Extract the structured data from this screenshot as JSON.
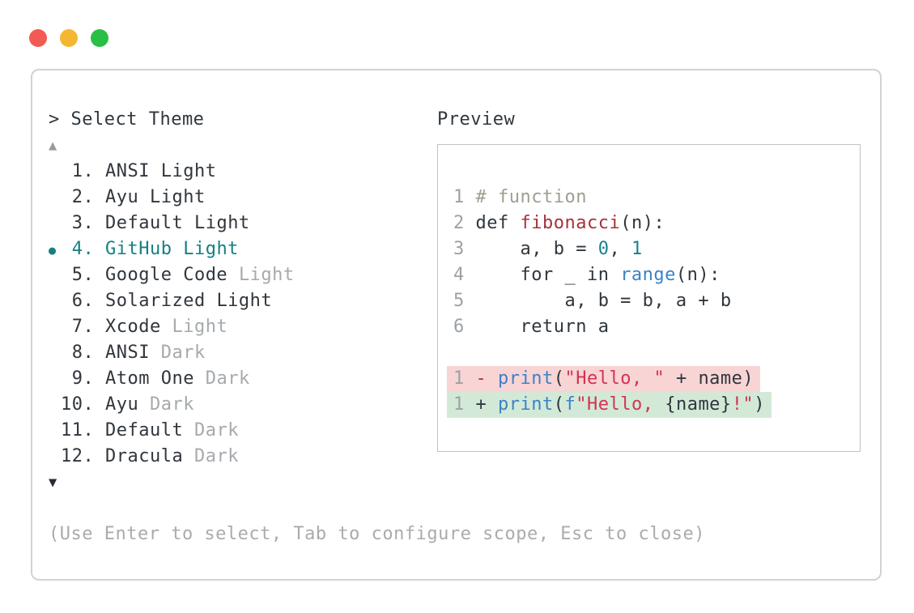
{
  "window": {
    "traffic_lights": [
      {
        "name": "close",
        "color": "#f15b54"
      },
      {
        "name": "minimize",
        "color": "#f5b731"
      },
      {
        "name": "zoom",
        "color": "#29bf45"
      }
    ]
  },
  "header": {
    "select_theme": "> Select Theme",
    "preview": "Preview"
  },
  "icons": {
    "scroll_up": "▲",
    "scroll_down": "▼",
    "selected_bullet": "●"
  },
  "themes": [
    {
      "number": 1,
      "name": "ANSI",
      "variant": "Light",
      "variant_dim": false,
      "selected": false
    },
    {
      "number": 2,
      "name": "Ayu",
      "variant": "Light",
      "variant_dim": false,
      "selected": false
    },
    {
      "number": 3,
      "name": "Default",
      "variant": "Light",
      "variant_dim": false,
      "selected": false
    },
    {
      "number": 4,
      "name": "GitHub",
      "variant": "Light",
      "variant_dim": false,
      "selected": true
    },
    {
      "number": 5,
      "name": "Google Code",
      "variant": "Light",
      "variant_dim": true,
      "selected": false
    },
    {
      "number": 6,
      "name": "Solarized",
      "variant": "Light",
      "variant_dim": false,
      "selected": false
    },
    {
      "number": 7,
      "name": "Xcode",
      "variant": "Light",
      "variant_dim": true,
      "selected": false
    },
    {
      "number": 8,
      "name": "ANSI",
      "variant": "Dark",
      "variant_dim": true,
      "selected": false
    },
    {
      "number": 9,
      "name": "Atom One",
      "variant": "Dark",
      "variant_dim": true,
      "selected": false
    },
    {
      "number": 10,
      "name": "Ayu",
      "variant": "Dark",
      "variant_dim": true,
      "selected": false
    },
    {
      "number": 11,
      "name": "Default",
      "variant": "Dark",
      "variant_dim": true,
      "selected": false
    },
    {
      "number": 12,
      "name": "Dracula",
      "variant": "Dark",
      "variant_dim": true,
      "selected": false
    }
  ],
  "preview_code": {
    "lines": [
      {
        "bg": null,
        "tokens": [
          [
            "1 ",
            "ln"
          ],
          [
            "# function",
            "comment"
          ]
        ]
      },
      {
        "bg": null,
        "tokens": [
          [
            "2 ",
            "ln"
          ],
          [
            "def ",
            "fg"
          ],
          [
            "fibonacci",
            "func"
          ],
          [
            "(n):",
            "fg"
          ]
        ]
      },
      {
        "bg": null,
        "tokens": [
          [
            "3 ",
            "ln"
          ],
          [
            "    a, b = ",
            "fg"
          ],
          [
            "0",
            "num"
          ],
          [
            ", ",
            "fg"
          ],
          [
            "1",
            "num"
          ]
        ]
      },
      {
        "bg": null,
        "tokens": [
          [
            "4 ",
            "ln"
          ],
          [
            "    for _ in ",
            "fg"
          ],
          [
            "range",
            "call"
          ],
          [
            "(n):",
            "fg"
          ]
        ]
      },
      {
        "bg": null,
        "tokens": [
          [
            "5 ",
            "ln"
          ],
          [
            "        a, b = b, a + b",
            "fg"
          ]
        ]
      },
      {
        "bg": null,
        "tokens": [
          [
            "6 ",
            "ln"
          ],
          [
            "    return a",
            "fg"
          ]
        ]
      },
      {
        "bg": null,
        "tokens": []
      },
      {
        "bg": "removed",
        "tokens": [
          [
            "1 ",
            "ln"
          ],
          [
            "- ",
            "minus"
          ],
          [
            "print",
            "call"
          ],
          [
            "(",
            "fg"
          ],
          [
            "\"Hello, \"",
            "str"
          ],
          [
            " + name)",
            "fg"
          ]
        ]
      },
      {
        "bg": "added",
        "tokens": [
          [
            "1 ",
            "ln"
          ],
          [
            "+ ",
            "fg"
          ],
          [
            "print",
            "call"
          ],
          [
            "(",
            "fg"
          ],
          [
            "f",
            "call"
          ],
          [
            "\"Hello, ",
            "str"
          ],
          [
            "{name}",
            "fg"
          ],
          [
            "!\"",
            "str"
          ],
          [
            ")",
            "fg"
          ]
        ]
      }
    ]
  },
  "footer": {
    "hint": "(Use Enter to select, Tab to configure scope, Esc to close)"
  },
  "colors": {
    "accent_teal": "#15807f",
    "text": "#2f363d",
    "dim_gray": "#a6aaad",
    "line_number_gray": "#9ca1a5",
    "comment_gray": "#9ba08f",
    "function_red": "#a5333c",
    "keyword_blue": "#3c82c4",
    "number_teal": "#16828c",
    "string_red": "#d23450",
    "diff_removed_bg": "#f8d4d5",
    "diff_added_bg": "#d3e9d8",
    "panel_border": "#d2d2d2",
    "preview_border": "#bfc1c3"
  }
}
